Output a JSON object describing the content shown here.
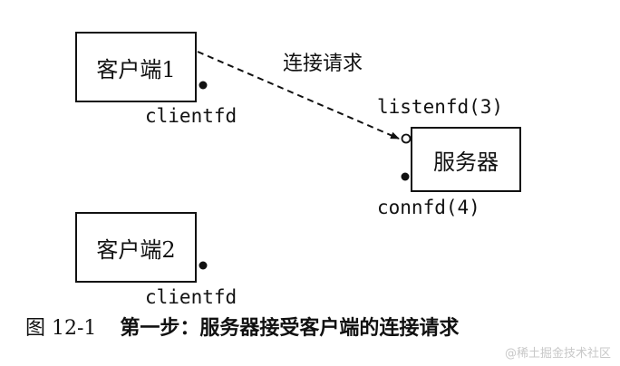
{
  "nodes": {
    "client1": {
      "label": "客户端1",
      "fd_label": "clientfd"
    },
    "server": {
      "label": "服务器",
      "listen_label": "listenfd(3)",
      "conn_label": "connfd(4)"
    },
    "client2": {
      "label": "客户端2",
      "fd_label": "clientfd"
    }
  },
  "edges": {
    "connect_request": {
      "label": "连接请求",
      "from": "client1",
      "to": "server",
      "style": "dashed"
    }
  },
  "caption": {
    "figure_number": "图 12-1",
    "text": "第一步：服务器接受客户端的连接请求"
  },
  "watermark": "@稀土掘金技术社区"
}
